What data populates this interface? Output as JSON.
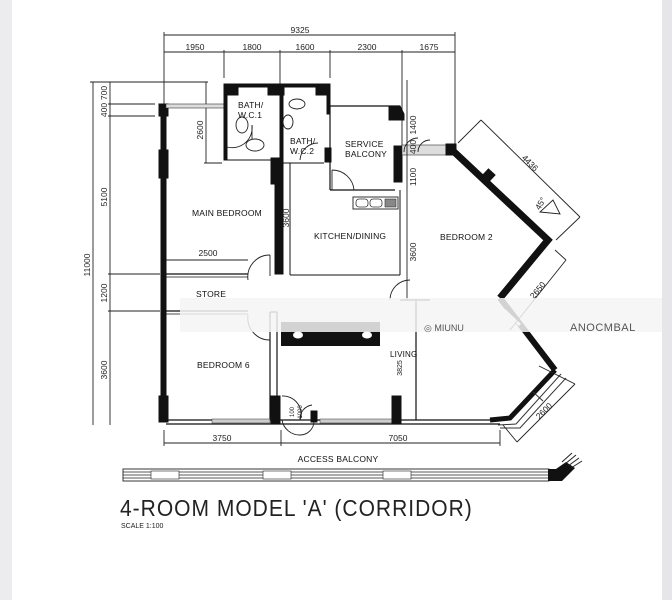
{
  "plan": {
    "title": "4-ROOM MODEL 'A'  (CORRIDOR)",
    "scale_label": "SCALE  1:100",
    "rooms": {
      "bath_wc1": [
        "BATH/",
        "W.C.1"
      ],
      "bath_wc2": [
        "BATH/",
        "W.C.2"
      ],
      "service_balcony": [
        "SERVICE",
        "BALCONY"
      ],
      "main_bedroom": "MAIN BEDROOM",
      "kitchen_dining": "KITCHEN/DINING",
      "bedroom_2": "BEDROOM 2",
      "store": "STORE",
      "bedroom_6": "BEDROOM 6",
      "living": "LIVING",
      "access_balcony": "ACCESS BALCONY"
    },
    "dimensions": {
      "top_total": "9325",
      "top_segments": [
        "1950",
        "1800",
        "1600",
        "2300",
        "1675"
      ],
      "left_total": "11000",
      "left_segments": [
        "700",
        "400",
        "5100",
        "1200",
        "3600"
      ],
      "bath_height": "2600",
      "store_width": "2500",
      "kitchen_height": "3600",
      "right_col": [
        "1400",
        "400",
        "1100",
        "3600"
      ],
      "diag_top": "4436",
      "angle": "45°",
      "diag_mid": "2650",
      "diag_bottom": "2600",
      "bottom_segments": [
        "3750",
        "7050"
      ],
      "living_small": "3825",
      "door_small": [
        "100",
        "1000"
      ]
    },
    "watermark": {
      "left_text": "◎ MIUNU",
      "right_text": "ANOCMBAL"
    },
    "colors": {
      "wall": "#111111",
      "line": "#222222",
      "background": "#ffffff"
    }
  }
}
